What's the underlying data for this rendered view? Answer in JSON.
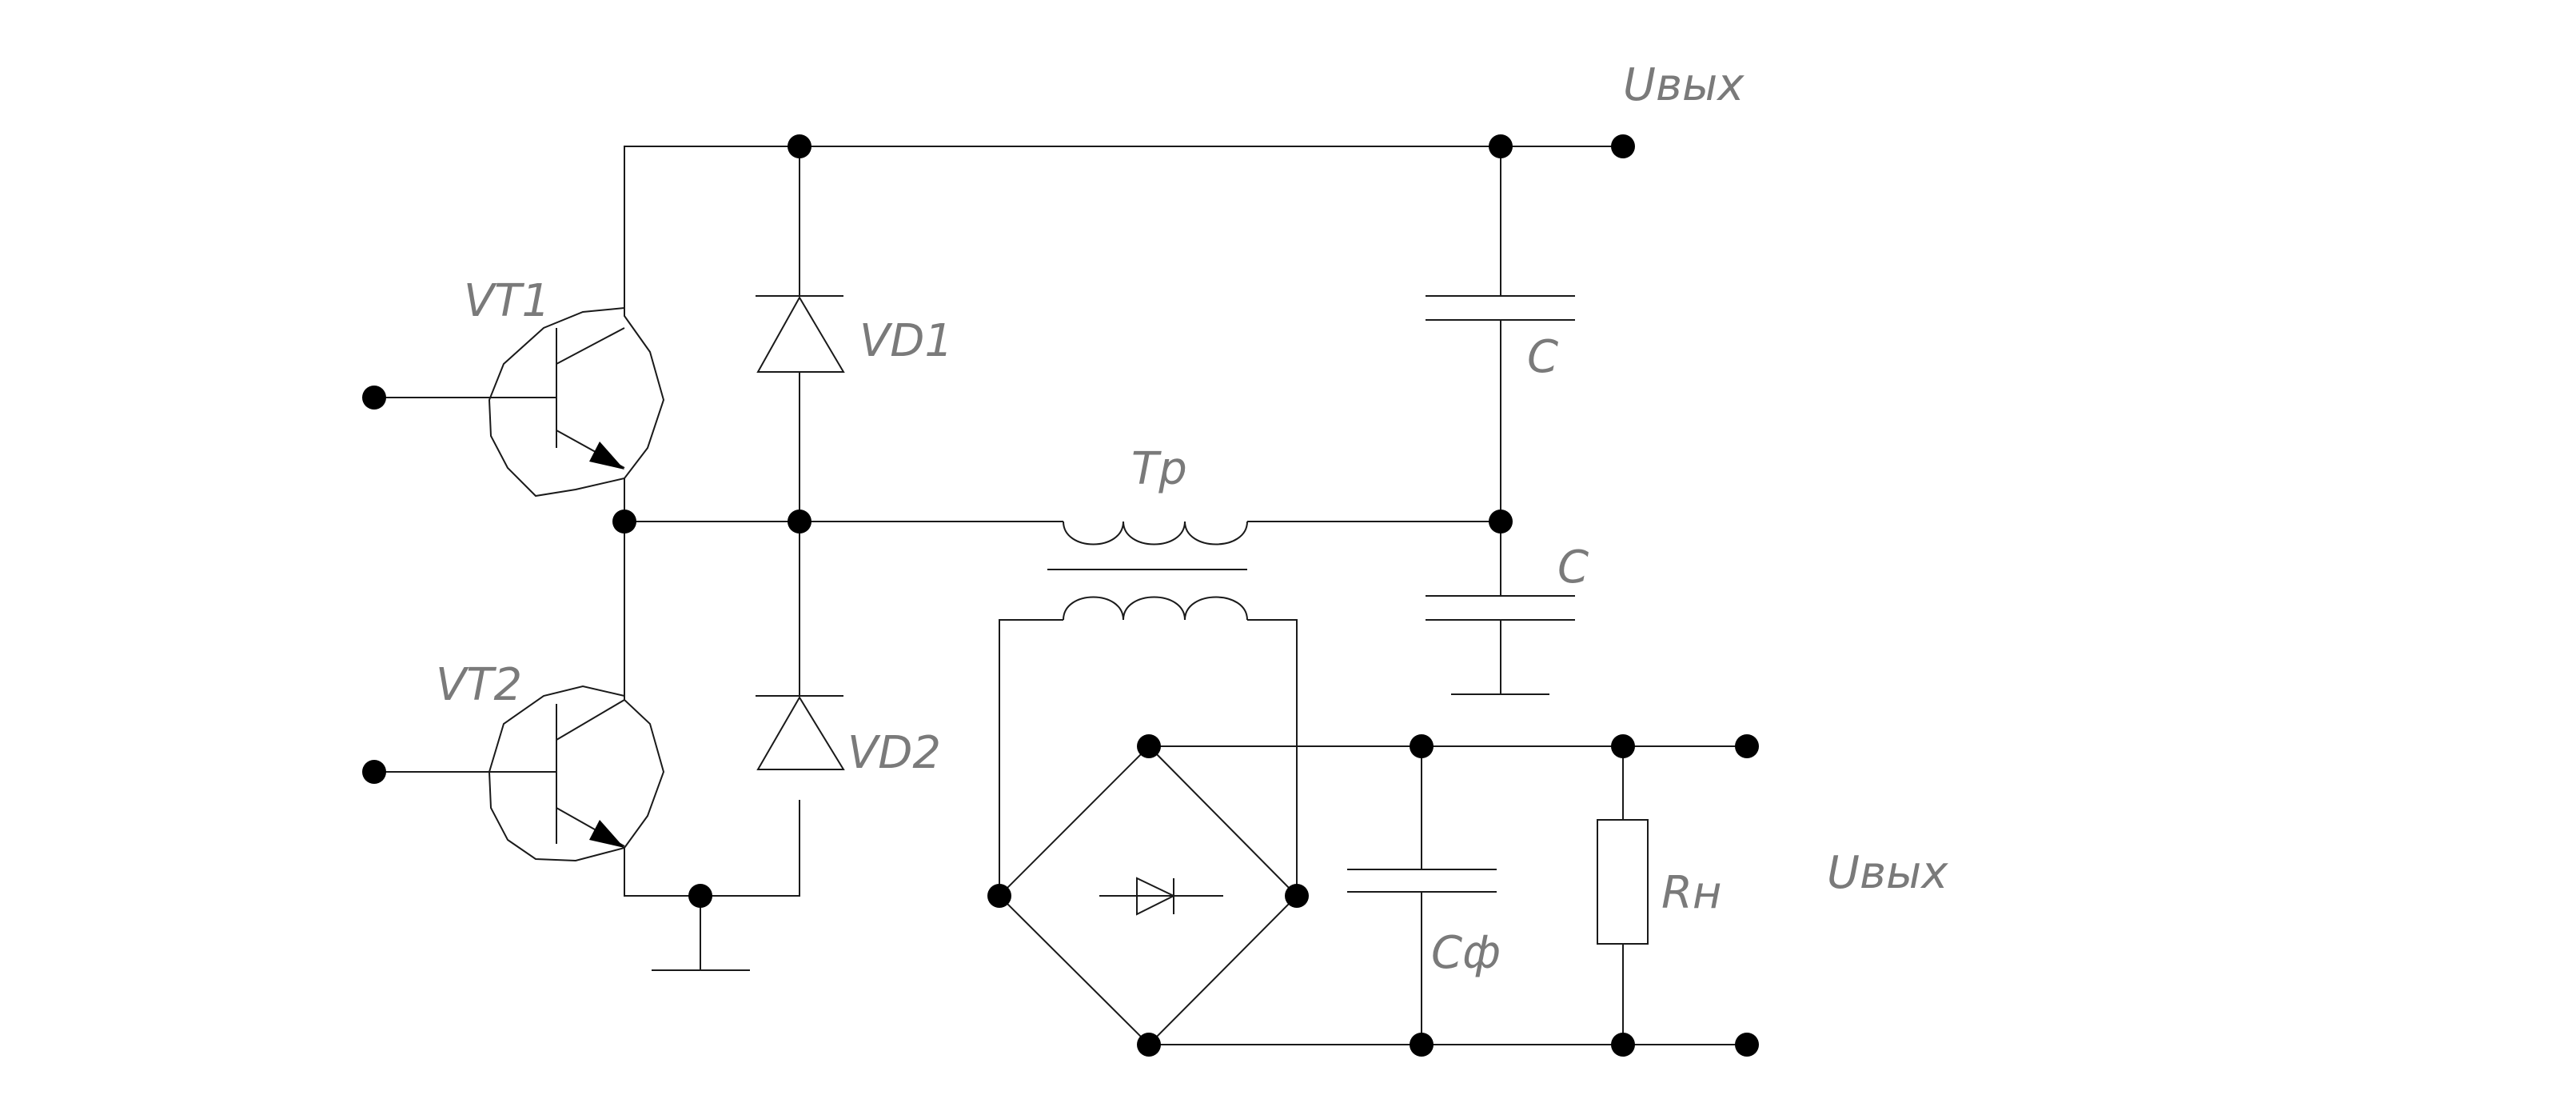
{
  "diagram": {
    "labels": {
      "vt1": "VT1",
      "vt2": "VT2",
      "vd1": "VD1",
      "vd2": "VD2",
      "tr": "Тр",
      "c_top": "C",
      "c_bottom": "C",
      "c_filter": "Сф",
      "r_load": "Rн",
      "u_out_top": "Uвых",
      "u_out_bottom": "Uвых"
    }
  }
}
